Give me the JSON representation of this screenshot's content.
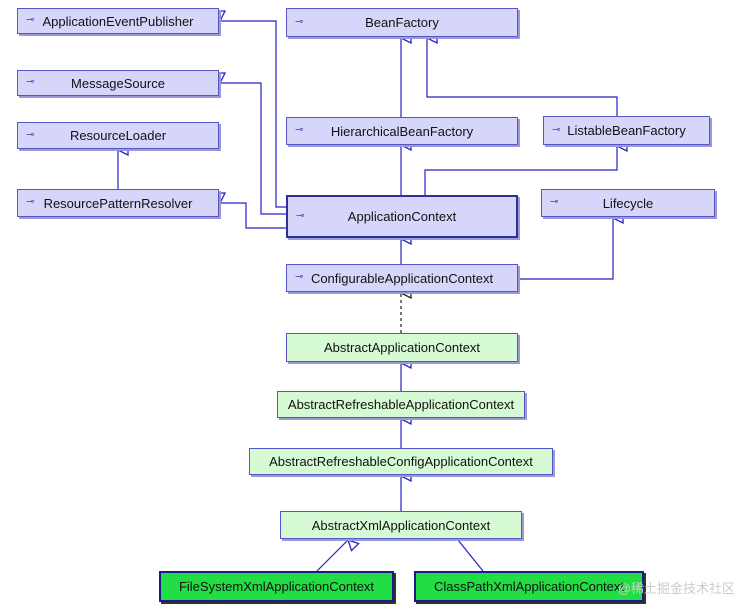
{
  "nodes": {
    "application_event_publisher": "ApplicationEventPublisher",
    "message_source": "MessageSource",
    "resource_loader": "ResourceLoader",
    "resource_pattern_resolver": "ResourcePatternResolver",
    "bean_factory": "BeanFactory",
    "hierarchical_bean_factory": "HierarchicalBeanFactory",
    "listable_bean_factory": "ListableBeanFactory",
    "application_context": "ApplicationContext",
    "lifecycle": "Lifecycle",
    "configurable_application_context": "ConfigurableApplicationContext",
    "abstract_application_context": "AbstractApplicationContext",
    "abstract_refreshable_application_context": "AbstractRefreshableApplicationContext",
    "abstract_refreshable_config_application_context": "AbstractRefreshableConfigApplicationContext",
    "abstract_xml_application_context": "AbstractXmlApplicationContext",
    "file_system_xml_application_context": "FileSystemXmlApplicationContext",
    "class_path_xml_application_context": "ClassPathXmlApplicationContext"
  },
  "interface_marker": "⊸",
  "watermark": "@稀土掘金技术社区",
  "colors": {
    "interface_fill": "#d6d6fb",
    "abstract_fill": "#d6fbd4",
    "concrete_fill": "#22dd44",
    "line": "#2323c8"
  }
}
